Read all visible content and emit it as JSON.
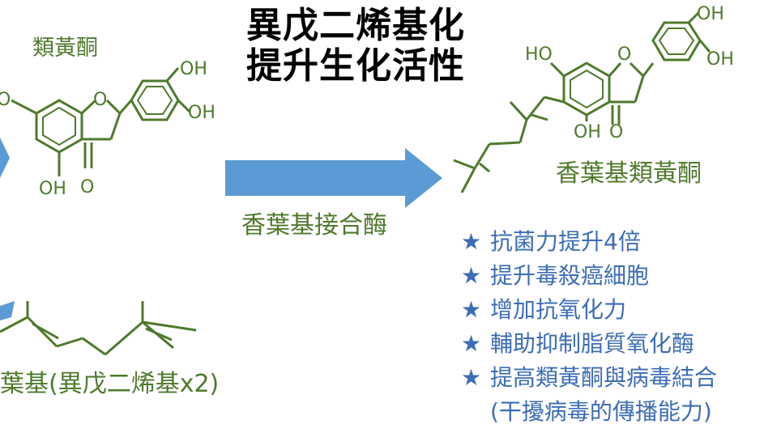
{
  "title": {
    "line1": "異戊二烯基化",
    "line2": "提升生化活性"
  },
  "molecules": {
    "flavonoid": {
      "name": "類黃酮",
      "substituents": {
        "oh_a": "OH",
        "oh_b": "OH",
        "oh_bottom": "OH",
        "o_ring": "O",
        "o_carbonyl": "O",
        "o_left": "O"
      }
    },
    "prenyl_flavonoid": {
      "name": "香葉基類黃酮",
      "substituents": {
        "ho": "HO",
        "o_ring": "O",
        "oh_a": "OH",
        "oh_b": "OH",
        "oh_bottom": "OH",
        "o_carbonyl": "O"
      }
    },
    "geranyl": {
      "name": "葉基(異戊二烯基x2)"
    }
  },
  "enzyme": {
    "name": "香葉基接合酶"
  },
  "benefits": {
    "marker": "★",
    "items": [
      "抗菌力提升4倍",
      "提升毒殺癌細胞",
      "增加抗氧化力",
      "輔助抑制脂質氧化酶",
      "提高類黃酮與病毒結合"
    ],
    "continuation": "(干擾病毒的傳播能力)"
  },
  "colors": {
    "molecule": "#4e7a2c",
    "arrow": "#5b9bd5",
    "benefit_text": "#3d6db5",
    "title": "#000000"
  }
}
